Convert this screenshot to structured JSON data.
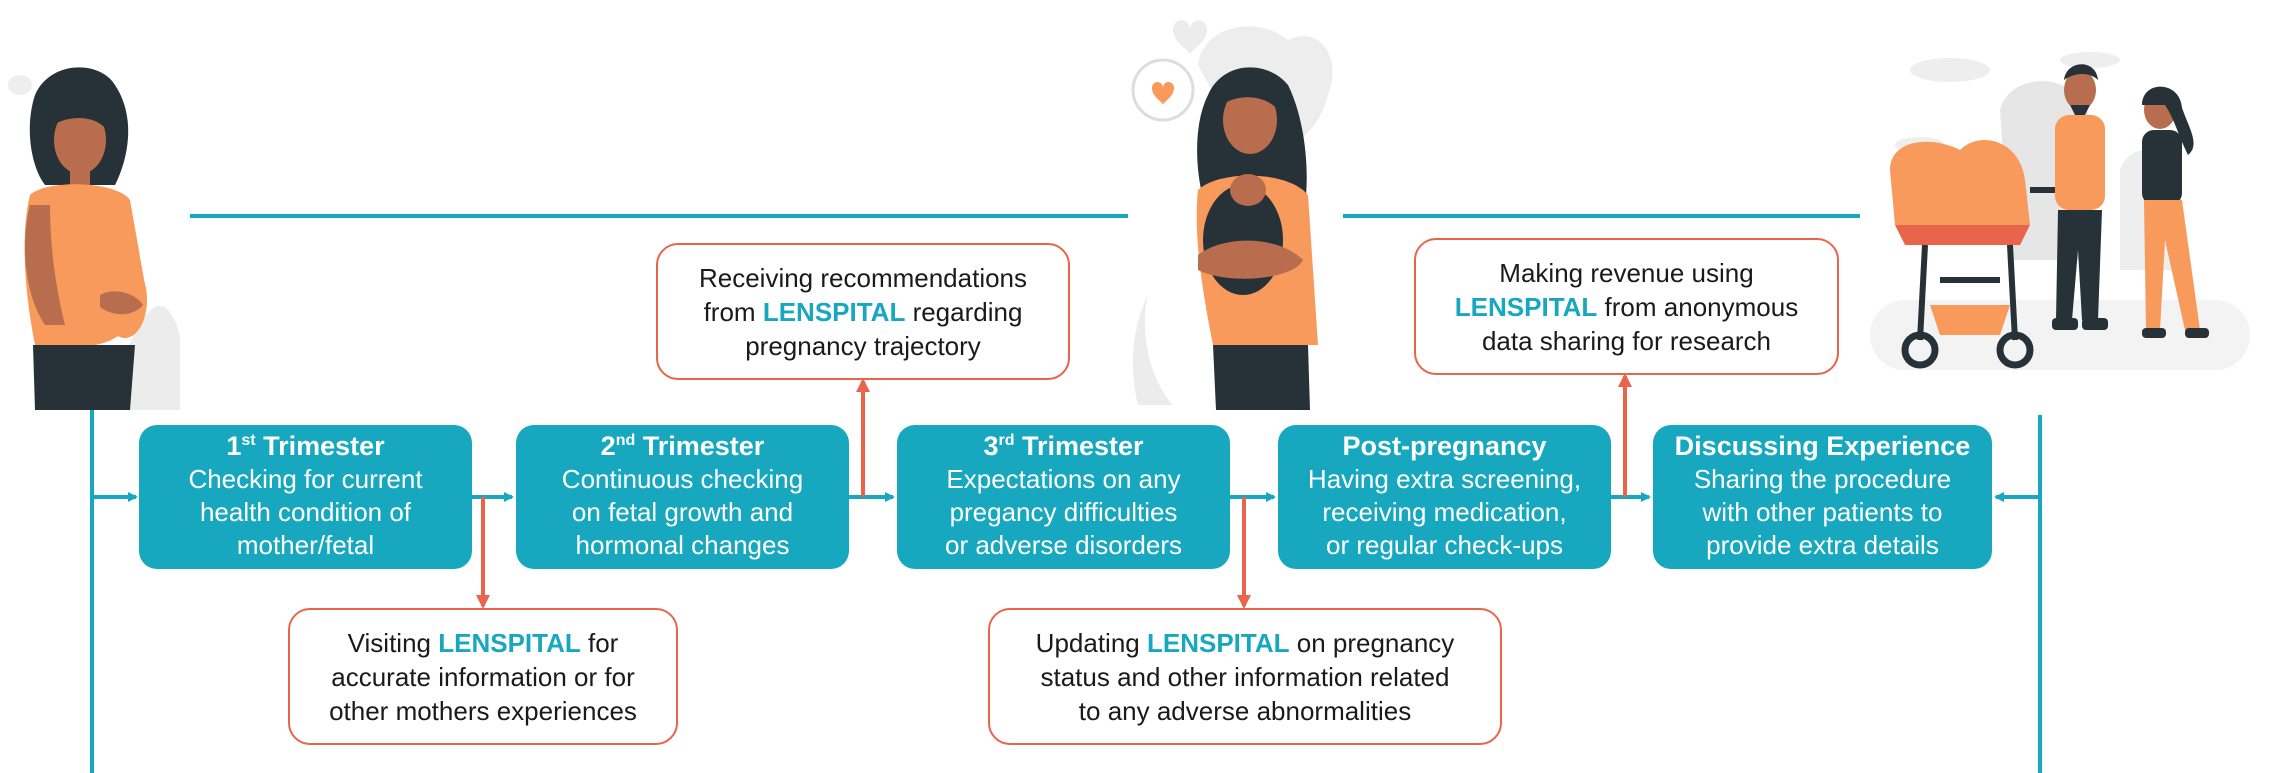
{
  "colors": {
    "teal": "#17a8bf",
    "coral": "#e8644a",
    "orange": "#f79a5b",
    "skin": "#b86d4f",
    "dark": "#263238"
  },
  "brand_name": "LENSPITAL",
  "stages": [
    {
      "ord_num": "1",
      "ord_suffix": "st",
      "title_rest": " Trimester",
      "lines": [
        "Checking for current",
        "health condition of",
        "mother/fetal"
      ]
    },
    {
      "ord_num": "2",
      "ord_suffix": "nd",
      "title_rest": " Trimester",
      "lines": [
        "Continuous checking",
        "on fetal growth and",
        "hormonal changes"
      ]
    },
    {
      "ord_num": "3",
      "ord_suffix": "rd",
      "title_rest": " Trimester",
      "lines": [
        "Expectations on any",
        "pregancy difficulties",
        "or adverse disorders"
      ]
    },
    {
      "title": "Post-pregnancy",
      "lines": [
        "Having extra screening,",
        "receiving medication,",
        "or regular check-ups"
      ]
    },
    {
      "title": "Discussing Experience",
      "lines": [
        "Sharing the procedure",
        "with other patients to",
        "provide extra details"
      ]
    }
  ],
  "notes": {
    "visiting": {
      "pre": "Visiting ",
      "post": " for",
      "line2": "accurate information or for",
      "line3": "other mothers experiences"
    },
    "recommend": {
      "line1": "Receiving recommendations",
      "pre": "from ",
      "post": " regarding",
      "line3": "pregnancy trajectory"
    },
    "updating": {
      "pre": "Updating ",
      "post": " on pregnancy",
      "line2": "status and other information related",
      "line3": "to any adverse abnormalities"
    },
    "revenue": {
      "line1": "Making revenue using",
      "post": " from anonymous",
      "line3": "data sharing for research"
    }
  },
  "illustrations": [
    "pregnant-woman",
    "mother-holding-baby",
    "couple-with-stroller"
  ]
}
